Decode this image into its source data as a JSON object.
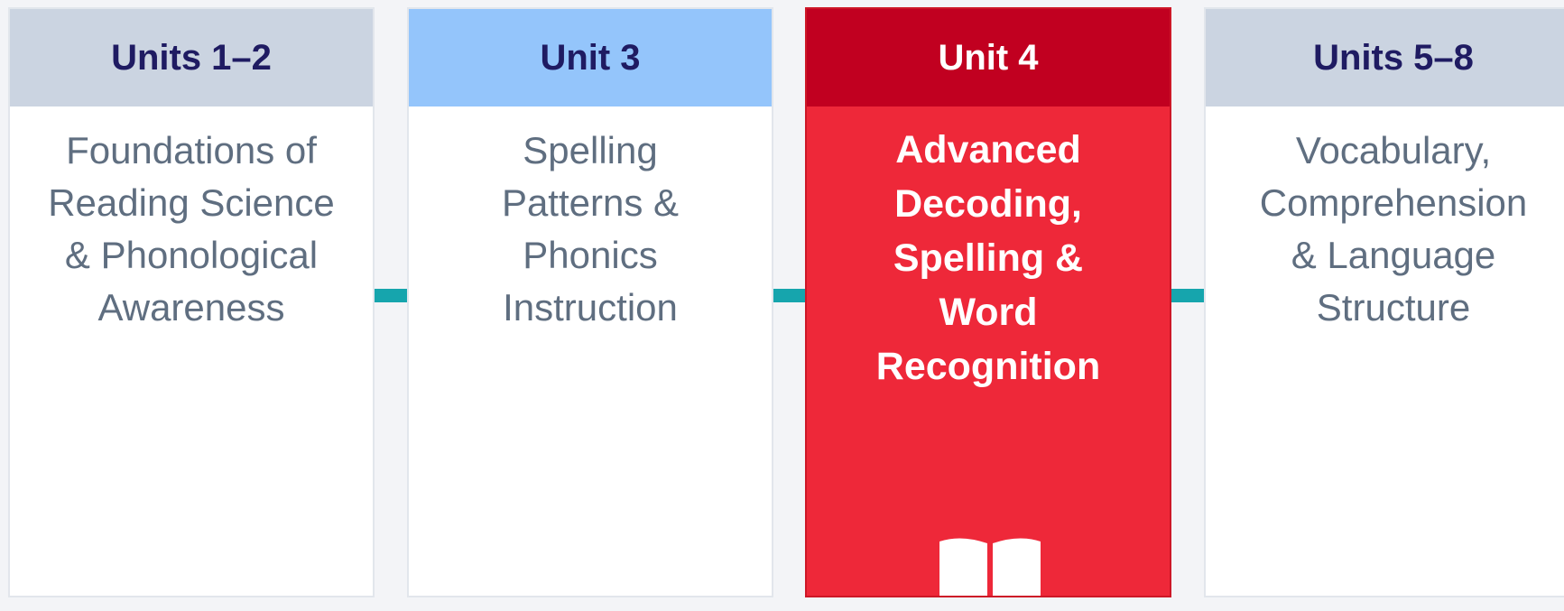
{
  "units": [
    {
      "header": "Units 1–2",
      "lines": [
        "Foundations of",
        "Reading Science",
        "& Phonological",
        "Awareness"
      ],
      "active": false
    },
    {
      "header": "Unit 3",
      "lines": [
        "Spelling",
        "Patterns &",
        "Phonics",
        "Instruction"
      ],
      "active": false
    },
    {
      "header": "Unit 4",
      "lines": [
        "Advanced",
        "Decoding,",
        "Spelling &",
        "Word",
        "Recognition"
      ],
      "active": true,
      "icon": "open-book-icon"
    },
    {
      "header": "Units 5–8",
      "lines": [
        "Vocabulary,",
        "Comprehension",
        "& Language",
        "Structure"
      ],
      "active": false
    }
  ],
  "colors": {
    "background": "#f3f4f7",
    "header_gray": "#cbd4e1",
    "header_blue": "#94c5fb",
    "active_header": "#c10020",
    "active_body": "#ee2839",
    "connector": "#16a5ad",
    "header_text": "#1f1b62",
    "body_text": "#5f6e80"
  }
}
